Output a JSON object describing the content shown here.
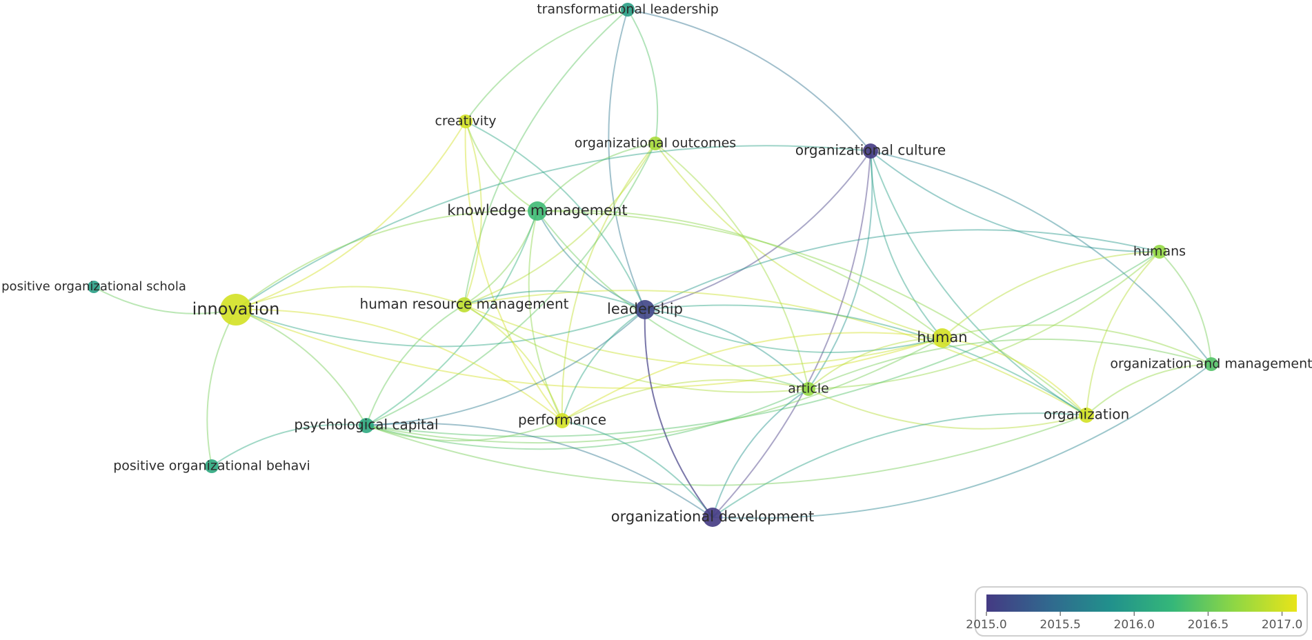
{
  "network": {
    "nodes": [
      {
        "id": "transformational_leadership",
        "label": "transformational leadership",
        "year": 2016.0,
        "weight": 2
      },
      {
        "id": "creativity",
        "label": "creativity",
        "year": 2017.0,
        "weight": 2
      },
      {
        "id": "organizational_outcomes",
        "label": "organizational outcomes",
        "year": 2016.8,
        "weight": 2
      },
      {
        "id": "organizational_culture",
        "label": "organizational culture",
        "year": 2015.0,
        "weight": 3
      },
      {
        "id": "knowledge_management",
        "label": "knowledge management",
        "year": 2016.3,
        "weight": 4
      },
      {
        "id": "humans",
        "label": "humans",
        "year": 2016.7,
        "weight": 2
      },
      {
        "id": "positive_organizational_schola",
        "label": "positive organizational schola",
        "year": 2016.0,
        "weight": 1
      },
      {
        "id": "innovation",
        "label": "innovation",
        "year": 2017.0,
        "weight": 8
      },
      {
        "id": "human_resource_management",
        "label": "human resource management",
        "year": 2016.9,
        "weight": 3
      },
      {
        "id": "leadership",
        "label": "leadership",
        "year": 2015.1,
        "weight": 4
      },
      {
        "id": "human",
        "label": "human",
        "year": 2017.0,
        "weight": 4
      },
      {
        "id": "organization_and_management",
        "label": "organization and management",
        "year": 2016.4,
        "weight": 2
      },
      {
        "id": "article",
        "label": "article",
        "year": 2016.7,
        "weight": 2
      },
      {
        "id": "organization",
        "label": "organization",
        "year": 2017.0,
        "weight": 3
      },
      {
        "id": "psychological_capital",
        "label": "psychological capital",
        "year": 2016.1,
        "weight": 3
      },
      {
        "id": "performance",
        "label": "performance",
        "year": 2017.0,
        "weight": 3
      },
      {
        "id": "positive_organizational_behavi",
        "label": "positive organizational behavi",
        "year": 2016.1,
        "weight": 2
      },
      {
        "id": "organizational_development",
        "label": "organizational development",
        "year": 2015.0,
        "weight": 4
      }
    ],
    "edges": [
      [
        "transformational_leadership",
        "creativity"
      ],
      [
        "transformational_leadership",
        "organizational_outcomes"
      ],
      [
        "transformational_leadership",
        "leadership"
      ],
      [
        "transformational_leadership",
        "organizational_culture"
      ],
      [
        "transformational_leadership",
        "human_resource_management"
      ],
      [
        "creativity",
        "innovation"
      ],
      [
        "creativity",
        "knowledge_management"
      ],
      [
        "creativity",
        "human_resource_management"
      ],
      [
        "creativity",
        "performance"
      ],
      [
        "creativity",
        "leadership"
      ],
      [
        "organizational_outcomes",
        "knowledge_management"
      ],
      [
        "organizational_outcomes",
        "human_resource_management"
      ],
      [
        "organizational_outcomes",
        "performance"
      ],
      [
        "organizational_outcomes",
        "article"
      ],
      [
        "organizational_outcomes",
        "human"
      ],
      [
        "organizational_outcomes",
        "psychological_capital"
      ],
      [
        "organizational_culture",
        "innovation"
      ],
      [
        "organizational_culture",
        "leadership"
      ],
      [
        "organizational_culture",
        "humans"
      ],
      [
        "organizational_culture",
        "organization_and_management"
      ],
      [
        "organizational_culture",
        "organization"
      ],
      [
        "organizational_culture",
        "article"
      ],
      [
        "organizational_culture",
        "human"
      ],
      [
        "organizational_culture",
        "organizational_development"
      ],
      [
        "knowledge_management",
        "innovation"
      ],
      [
        "knowledge_management",
        "human_resource_management"
      ],
      [
        "knowledge_management",
        "leadership"
      ],
      [
        "knowledge_management",
        "psychological_capital"
      ],
      [
        "knowledge_management",
        "article"
      ],
      [
        "knowledge_management",
        "human"
      ],
      [
        "knowledge_management",
        "performance"
      ],
      [
        "knowledge_management",
        "organization"
      ],
      [
        "humans",
        "human"
      ],
      [
        "humans",
        "organization_and_management"
      ],
      [
        "humans",
        "organization"
      ],
      [
        "humans",
        "article"
      ],
      [
        "humans",
        "leadership"
      ],
      [
        "humans",
        "psychological_capital"
      ],
      [
        "positive_organizational_schola",
        "innovation"
      ],
      [
        "innovation",
        "human_resource_management"
      ],
      [
        "innovation",
        "leadership"
      ],
      [
        "innovation",
        "psychological_capital"
      ],
      [
        "innovation",
        "positive_organizational_behavi"
      ],
      [
        "innovation",
        "performance"
      ],
      [
        "innovation",
        "human"
      ],
      [
        "human_resource_management",
        "leadership"
      ],
      [
        "human_resource_management",
        "psychological_capital"
      ],
      [
        "human_resource_management",
        "performance"
      ],
      [
        "human_resource_management",
        "human"
      ],
      [
        "human_resource_management",
        "organization"
      ],
      [
        "human_resource_management",
        "article"
      ],
      [
        "leadership",
        "psychological_capital"
      ],
      [
        "leadership",
        "performance"
      ],
      [
        "leadership",
        "article"
      ],
      [
        "leadership",
        "human"
      ],
      [
        "leadership",
        "organization"
      ],
      [
        "leadership",
        "organizational_development"
      ],
      [
        "human",
        "organization"
      ],
      [
        "human",
        "article"
      ],
      [
        "human",
        "organization_and_management"
      ],
      [
        "human",
        "performance"
      ],
      [
        "human",
        "psychological_capital"
      ],
      [
        "article",
        "organization"
      ],
      [
        "article",
        "organization_and_management"
      ],
      [
        "article",
        "organizational_development"
      ],
      [
        "article",
        "psychological_capital"
      ],
      [
        "article",
        "performance"
      ],
      [
        "organization",
        "organization_and_management"
      ],
      [
        "organization",
        "organizational_development"
      ],
      [
        "organization",
        "psychological_capital"
      ],
      [
        "psychological_capital",
        "positive_organizational_behavi"
      ],
      [
        "psychological_capital",
        "organizational_development"
      ],
      [
        "psychological_capital",
        "performance"
      ],
      [
        "performance",
        "organizational_development"
      ],
      [
        "organizational_development",
        "organization_and_management"
      ],
      [
        "organizational_development",
        "leadership"
      ]
    ]
  },
  "legend": {
    "min": 2015.0,
    "max": 2017.1,
    "ticks": [
      "2015.0",
      "2015.5",
      "2016.0",
      "2016.5",
      "2017.0"
    ],
    "colors": [
      "#443a83",
      "#31688e",
      "#21918c",
      "#35b779",
      "#8fd744",
      "#e8e419"
    ]
  }
}
